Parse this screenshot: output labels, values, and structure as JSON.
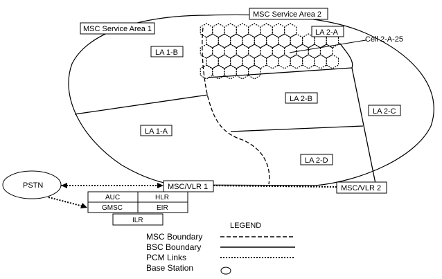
{
  "areas": {
    "msc_area_1": "MSC Service Area 1",
    "msc_area_2": "MSC Service Area 2",
    "la_1b": "LA 1-B",
    "la_1a": "LA 1-A",
    "la_2a": "LA 2-A",
    "la_2b": "LA 2-B",
    "la_2c": "LA 2-C",
    "la_2d": "LA 2-D"
  },
  "callouts": {
    "cell": "Cell 2-A-25"
  },
  "nodes": {
    "pstn": "PSTN",
    "msc_vlr_1": "MSC/VLR 1",
    "msc_vlr_2": "MSC/VLR 2",
    "auc": "AUC",
    "hlr": "HLR",
    "gmsc": "GMSC",
    "eir": "EIR",
    "ilr": "ILR"
  },
  "legend": {
    "title": "LEGEND",
    "msc_boundary": "MSC Boundary",
    "bsc_boundary": "BSC Boundary",
    "pcm_links": "PCM Links",
    "base_station": "Base Station"
  }
}
